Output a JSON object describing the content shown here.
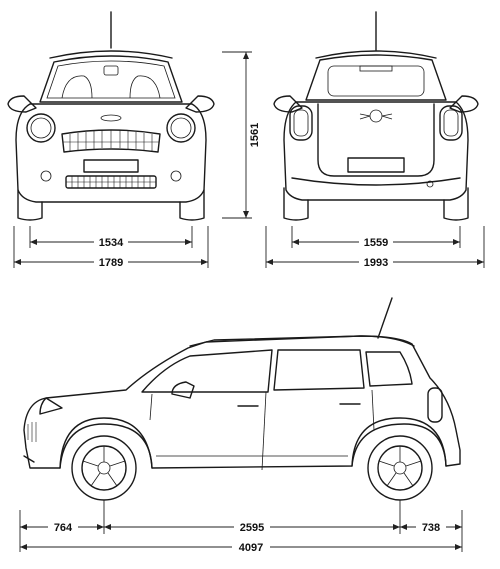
{
  "front_view": {
    "track_label": "1534",
    "width_label": "1789",
    "height_label": "1561"
  },
  "rear_view": {
    "track_label": "1559",
    "width_label": "1993"
  },
  "side_view": {
    "front_overhang_label": "764",
    "wheelbase_label": "2595",
    "rear_overhang_label": "738",
    "length_label": "4097"
  }
}
